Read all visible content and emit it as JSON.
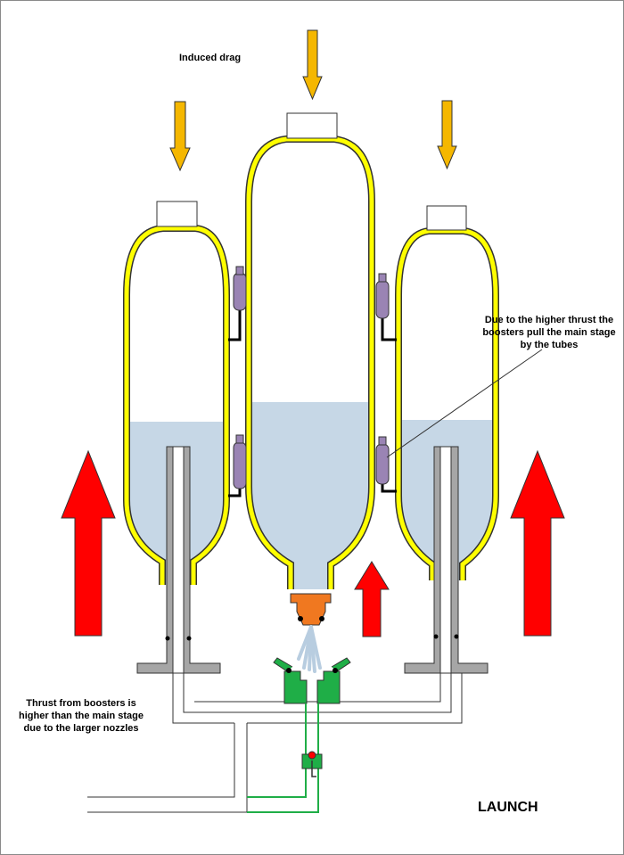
{
  "labels": {
    "induced_drag": "Induced drag",
    "tubes_note": "Due to the higher thrust the boosters pull the main stage by the tubes",
    "boosters_note": "Thrust from boosters is higher than the main stage due to the larger nozzles",
    "stage_name": "LAUNCH"
  },
  "colors": {
    "bottle_outline": "#ffff00",
    "water": "#c6d7e6",
    "drag_arrow": "#f5b700",
    "thrust_arrow": "#ff0000",
    "tube_purple": "#9a84b4",
    "nozzle_orange": "#f07820",
    "release_green": "#1fae47",
    "pipe_gray": "#a6a6a6"
  },
  "icons": {
    "drag": "down-arrow-icon",
    "thrust": "up-arrow-icon"
  }
}
